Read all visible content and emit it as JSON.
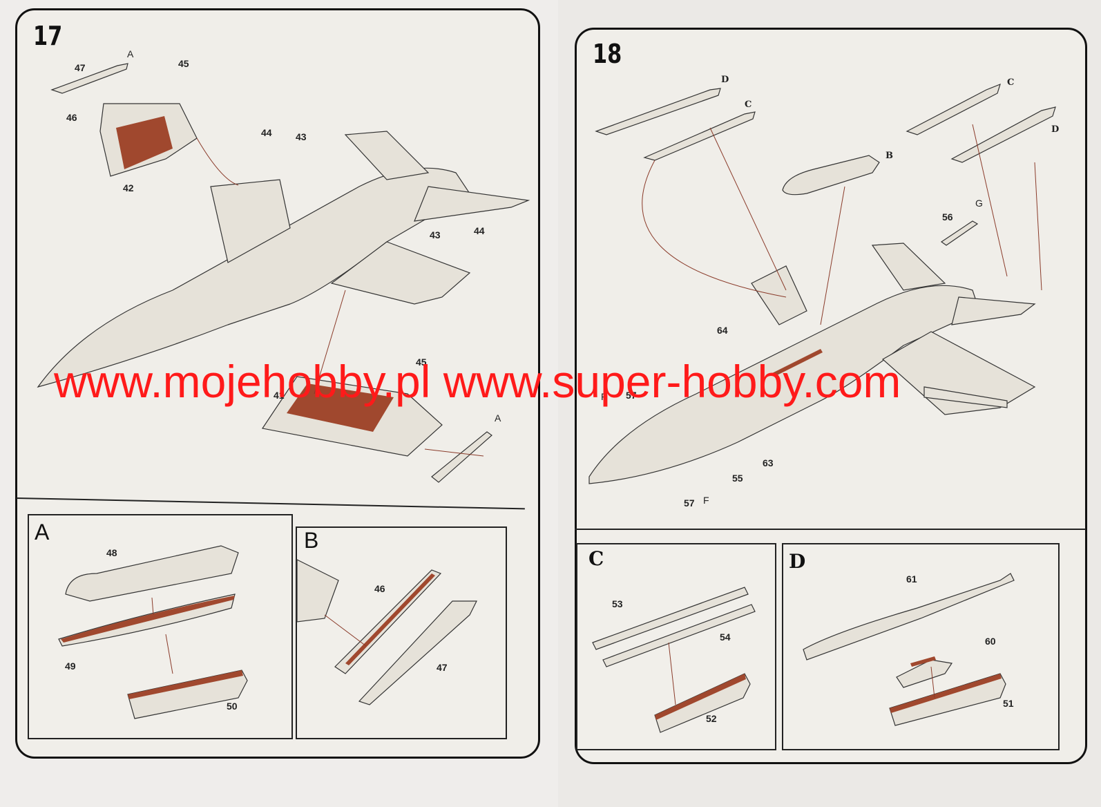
{
  "steps": {
    "step17": {
      "number": "17",
      "labels": {
        "l47a": "47",
        "lA1": "A",
        "l45a": "45",
        "l46a": "46",
        "l42": "42",
        "l44a": "44",
        "l43a": "43",
        "l43b": "43",
        "l44b": "44",
        "l45b": "45",
        "l41": "41",
        "lA2": "A"
      }
    },
    "step18": {
      "number": "18",
      "labels": {
        "lD1": "D",
        "lC1": "C",
        "lC2": "C",
        "lD2": "D",
        "lB": "B",
        "lG": "G",
        "l56": "56",
        "l64": "64",
        "lF1": "F",
        "l57a": "57",
        "l63": "63",
        "l55": "55",
        "l57b": "57",
        "lF2": "F"
      }
    }
  },
  "subpanels": {
    "A": {
      "letter": "A",
      "labels": {
        "p48": "48",
        "p49": "49",
        "p50": "50"
      }
    },
    "B": {
      "letter": "B",
      "labels": {
        "p46": "46",
        "p47": "47"
      }
    },
    "C": {
      "letter": "C",
      "labels": {
        "p53": "53",
        "p54": "54",
        "p52": "52"
      }
    },
    "D": {
      "letter": "D",
      "labels": {
        "p61": "61",
        "p60": "60",
        "p51": "51"
      }
    }
  },
  "watermark": {
    "text": "www.mojehobby.pl www.super-hobby.com",
    "color": "#ff1a1a"
  },
  "colors": {
    "part_fill": "#e6e2d9",
    "highlight": "#a0482e",
    "line": "#222222",
    "leader": "#8a3b2a"
  }
}
